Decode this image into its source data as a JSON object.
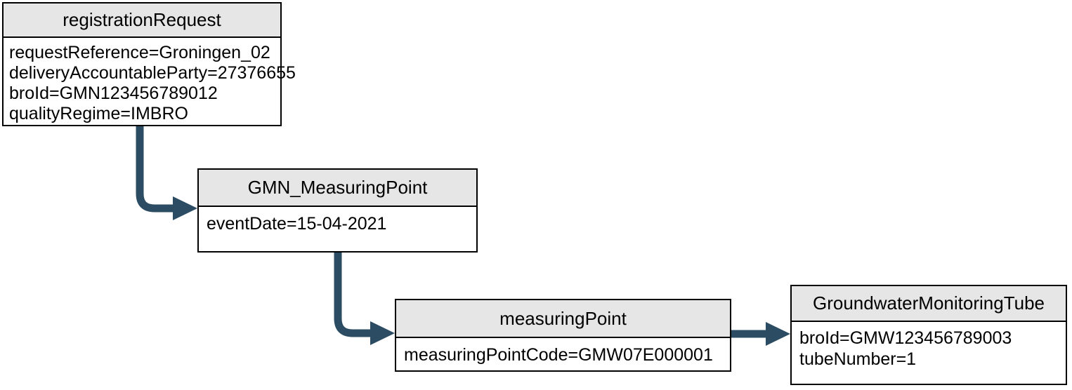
{
  "colors": {
    "arrow": "#2B4C62",
    "header_fill": "#E6E6E6",
    "node_border": "#000000"
  },
  "diagram": {
    "nodes": [
      {
        "id": "registrationRequest",
        "title": "registrationRequest",
        "fields": [
          "requestReference=Groningen_02",
          "deliveryAccountableParty=27376655",
          "broId=GMN123456789012",
          "qualityRegime=IMBRO"
        ]
      },
      {
        "id": "GMN_MeasuringPoint",
        "title": "GMN_MeasuringPoint",
        "fields": [
          "eventDate=15-04-2021"
        ]
      },
      {
        "id": "measuringPoint",
        "title": "measuringPoint",
        "fields": [
          "measuringPointCode=GMW07E000001"
        ]
      },
      {
        "id": "GroundwaterMonitoringTube",
        "title": "GroundwaterMonitoringTube",
        "fields": [
          "broId=GMW123456789003",
          "tubeNumber=1"
        ]
      }
    ],
    "connectors": [
      {
        "from": "registrationRequest",
        "to": "GMN_MeasuringPoint"
      },
      {
        "from": "GMN_MeasuringPoint",
        "to": "measuringPoint"
      },
      {
        "from": "measuringPoint",
        "to": "GroundwaterMonitoringTube"
      }
    ]
  }
}
